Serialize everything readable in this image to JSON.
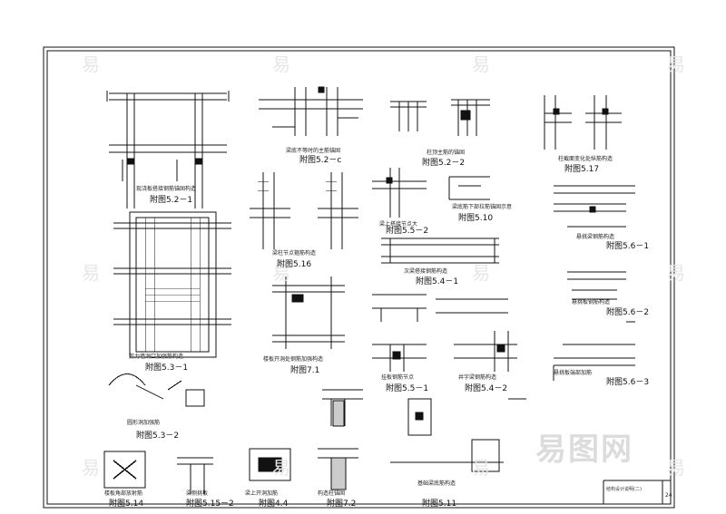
{
  "watermark": {
    "glyph": "易",
    "brand": "易图网"
  },
  "details": [
    {
      "id": "d1",
      "ref": "附图5.2－1",
      "caption": "现浇板搭接钢筋锚固构造"
    },
    {
      "id": "d2",
      "ref": "附图5.2－c",
      "caption": "梁底不等时的主筋锚固"
    },
    {
      "id": "d3",
      "ref": "附图5.2－2",
      "caption": "柱顶主筋的锚固"
    },
    {
      "id": "d4",
      "ref": "附图5.17",
      "caption": "柱截面变化处纵筋构造"
    },
    {
      "id": "d5",
      "ref": "附图5.16",
      "caption": "梁柱节点箍筋构造"
    },
    {
      "id": "d6",
      "ref": "附图5.5－2",
      "caption": "梁上搭接节点大"
    },
    {
      "id": "d7",
      "ref": "附图5.10",
      "caption": "梁底筋下部拉筋锚固示意"
    },
    {
      "id": "d8",
      "ref": "附图5.6－1",
      "caption": "悬挑梁钢筋构造"
    },
    {
      "id": "d9",
      "ref": "附图5.4－1",
      "caption": "次梁搭接钢筋构造"
    },
    {
      "id": "d10",
      "ref": "附图5.3－1",
      "caption": "剪力墙洞口加强筋构造"
    },
    {
      "id": "d11",
      "ref": "附图7.1",
      "caption": "楼板开洞处钢筋加强构造"
    },
    {
      "id": "d12",
      "ref": "附图5.6－2",
      "caption": "悬挑板钢筋构造"
    },
    {
      "id": "d13",
      "ref": "附图5.5－1",
      "caption": "挂板钢筋节点"
    },
    {
      "id": "d14",
      "ref": "附图5.4－2",
      "caption": "井字梁钢筋构造"
    },
    {
      "id": "d15",
      "ref": "附图5.6－3",
      "caption": "悬挑板端部加筋"
    },
    {
      "id": "d16",
      "ref": "附图5.3－2",
      "caption": "圆形洞加强筋"
    },
    {
      "id": "d17",
      "ref": "附图5.14",
      "caption": "楼板角部放射筋"
    },
    {
      "id": "d18",
      "ref": "附图5.15－2",
      "caption": "梁侧挑板"
    },
    {
      "id": "d19",
      "ref": "附图4.4",
      "caption": "梁上开洞加筋"
    },
    {
      "id": "d20",
      "ref": "附图7.2",
      "caption": "构造柱锚固"
    },
    {
      "id": "d21",
      "ref": "附图5.11",
      "caption": "基础梁底筋构造"
    }
  ],
  "title_block": {
    "title": "结构设计说明(二)",
    "page": "24"
  }
}
